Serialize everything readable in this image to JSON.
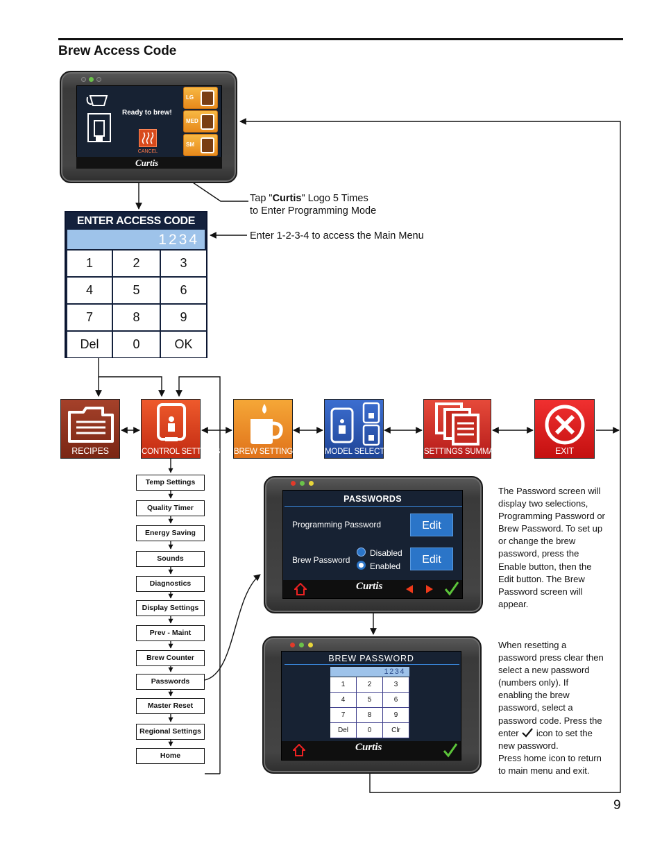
{
  "heading": "Brew Access Code",
  "page_number": "9",
  "top_screen": {
    "status": "Ready to brew!",
    "cancel_label": "CANCEL",
    "brew_buttons": [
      "LG",
      "MED",
      "SM"
    ],
    "logo": "Curtis"
  },
  "callouts": {
    "logo_line1_pre": "Tap \"",
    "logo_bold": "Curtis",
    "logo_line1_post": "\" Logo 5 Times",
    "logo_line2": "to Enter Programming Mode",
    "enter_code": "Enter 1-2-3-4 to access the Main Menu"
  },
  "access_keypad": {
    "title": "ENTER ACCESS CODE",
    "display": "1234",
    "keys": [
      "1",
      "2",
      "3",
      "4",
      "5",
      "6",
      "7",
      "8",
      "9",
      "Del",
      "0",
      "OK"
    ]
  },
  "main_menu": [
    {
      "label": "RECIPES",
      "icon": "recipes-folder-icon",
      "color": "#8b2f1c"
    },
    {
      "label": "CONTROL SETTINGS",
      "icon": "control-settings-icon",
      "color": "#d6361c"
    },
    {
      "label": "BREW SETTINGS",
      "icon": "brew-settings-mug-icon",
      "color": "#ee8a1c"
    },
    {
      "label": "MODEL SELECT",
      "icon": "model-select-icon",
      "color": "#2a5ab0"
    },
    {
      "label": "SETTINGS SUMMARY",
      "icon": "settings-summary-icon",
      "color": "#d62e2a"
    },
    {
      "label": "EXIT",
      "icon": "exit-x-icon",
      "color": "#e01a1a"
    }
  ],
  "control_settings": [
    "Temp Settings",
    "Quality Timer",
    "Energy Saving",
    "Sounds",
    "Diagnostics",
    "Display Settings",
    "Prev - Maint",
    "Brew Counter",
    "Passwords",
    "Master Reset",
    "Regional Settings",
    "Home"
  ],
  "passwords_screen": {
    "title": "PASSWORDS",
    "programming_label": "Programming Password",
    "brew_label": "Brew Password",
    "edit_label": "Edit",
    "option_disabled": "Disabled",
    "option_enabled": "Enabled"
  },
  "passwords_text": [
    "The Password screen will",
    "display two selections,",
    "Programming Password or",
    "Brew Password. To set up",
    "or change the brew",
    "password, press the",
    "Enable button, then the",
    "Edit button. The Brew",
    "Password screen will",
    "appear."
  ],
  "brew_password_screen": {
    "title": "BREW PASSWORD",
    "display": "1234",
    "keys": [
      "1",
      "2",
      "3",
      "4",
      "5",
      "6",
      "7",
      "8",
      "9",
      "Del",
      "0",
      "Clr"
    ]
  },
  "brew_password_text": [
    "When resetting a",
    "password press clear then",
    "select a new password",
    "(numbers only). If",
    "enabling the brew",
    "password, select a",
    "password code. Press the",
    "enter",
    "icon to set the",
    "new password.",
    "Press home icon to return",
    "to main menu and exit."
  ]
}
